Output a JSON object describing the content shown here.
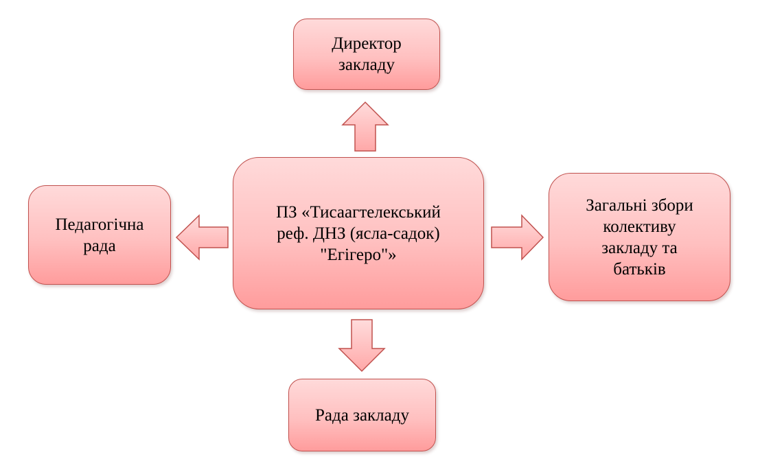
{
  "nodes": {
    "center": {
      "lines": [
        "ПЗ «Тисаагтелекський",
        "реф. ДНЗ (ясла-садок)",
        "\"Егігеро\"»"
      ]
    },
    "director": {
      "lines": [
        "Директор",
        "закладу"
      ]
    },
    "pedagogical_council": {
      "lines": [
        "Педагогічна",
        "рада"
      ]
    },
    "general_meeting": {
      "lines": [
        "Загальні збори",
        "колективу",
        "закладу та",
        "батьків"
      ]
    },
    "institution_council": {
      "lines": [
        "Рада закладу"
      ]
    }
  },
  "edges": [
    {
      "from": "center",
      "to": "director",
      "direction": "up"
    },
    {
      "from": "center",
      "to": "pedagogical_council",
      "direction": "left"
    },
    {
      "from": "center",
      "to": "general_meeting",
      "direction": "right"
    },
    {
      "from": "center",
      "to": "institution_council",
      "direction": "down"
    }
  ],
  "colors": {
    "fill_top": "#ffdada",
    "fill_bottom": "#ff9c9c",
    "stroke": "#c0504d",
    "text": "#000000"
  }
}
